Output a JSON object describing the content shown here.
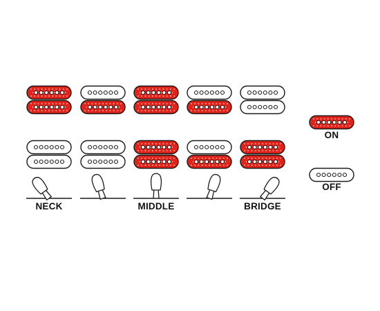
{
  "colors": {
    "on_fill": "#e2231a",
    "off_fill": "#ffffff",
    "outline": "#1a1a1a",
    "pole_on": "#ffffff",
    "pole_off": "#ffffff"
  },
  "positions": [
    {
      "label": "NECK",
      "upper": [
        "on",
        "on"
      ],
      "lower": [
        "off",
        "off"
      ],
      "lever": -0.4,
      "has_label": true
    },
    {
      "label": "",
      "upper": [
        "off",
        "on"
      ],
      "lower": [
        "off",
        "off"
      ],
      "lever": -0.2,
      "has_label": false
    },
    {
      "label": "MIDDLE",
      "upper": [
        "on",
        "on"
      ],
      "lower": [
        "on",
        "on"
      ],
      "lever": 0,
      "has_label": true
    },
    {
      "label": "",
      "upper": [
        "off",
        "on"
      ],
      "lower": [
        "off",
        "on"
      ],
      "lever": 0.2,
      "has_label": false
    },
    {
      "label": "BRIDGE",
      "upper": [
        "off",
        "off"
      ],
      "lower": [
        "on",
        "on"
      ],
      "lever": 0.4,
      "has_label": true
    }
  ],
  "legend": {
    "on_label": "ON",
    "off_label": "OFF"
  }
}
